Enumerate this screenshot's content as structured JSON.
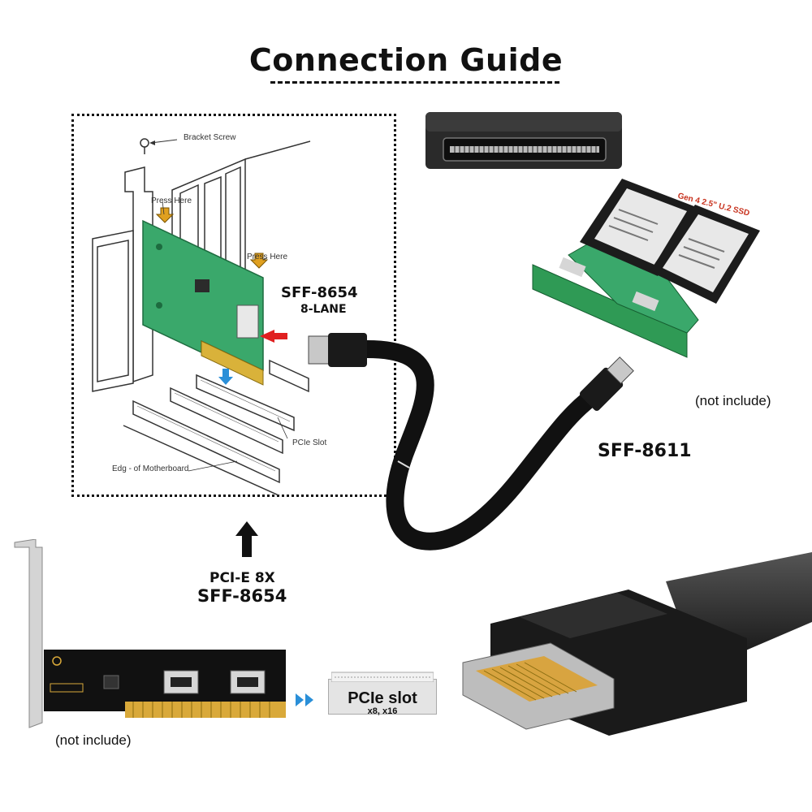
{
  "title": "Connection Guide",
  "labels": {
    "sff8654_top": "SFF-8654",
    "lane": "8-LANE",
    "sff8611": "SFF-8611",
    "pcie8x": "PCI-E 8X",
    "sff8654_bottom": "SFF-8654",
    "not_include_ssd": "(not include)",
    "not_include_card": "(not include)",
    "pcie_slot": "PCIe slot",
    "pcie_slot_sub": "x8, x16"
  },
  "installation_callouts": {
    "bracket_screw": "Bracket Screw",
    "press_here_1": "Press Here",
    "press_here_2": "Press Here",
    "pcie_slot": "PCIe Slot",
    "edge_of_motherboard": "Edg - of Motherboard"
  },
  "ssd_text": "Gen 4 2.5\" U.2 SSD",
  "colors": {
    "pcb_green": "#3aa86b",
    "arrow_red": "#e02020",
    "arrow_blue": "#2a8fd8",
    "cable_black": "#111111"
  }
}
